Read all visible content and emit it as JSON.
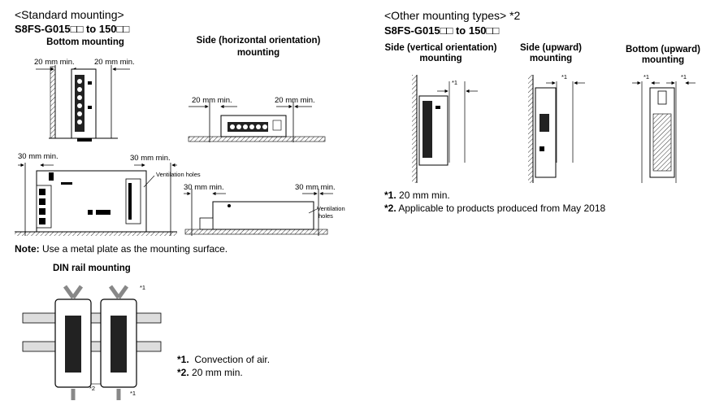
{
  "standard": {
    "heading": "<Standard mounting>",
    "model": "S8FS-G015□□ to 150□□",
    "bottom_label": "Bottom mounting",
    "side_label_1": "Side (horizontal orientation)",
    "side_label_2": "mounting",
    "dim_bottom_left": "20 mm min.",
    "dim_bottom_right": "20 mm min.",
    "dim_side_left": "20 mm min.",
    "dim_side_right": "20 mm min.",
    "dim_front_left": "30 mm min.",
    "dim_front_right": "30 mm min.",
    "vent_holes": "Ventilation holes",
    "dim_side2_left": "30 mm min.",
    "dim_side2_right": "30 mm min.",
    "vent_side_1": "Ventilation",
    "vent_side_2": "holes",
    "note_bold": "Note:",
    "note_text": " Use a metal plate as the mounting surface."
  },
  "din": {
    "title": "DIN rail mounting",
    "star1_top": "*1",
    "star2": "*2",
    "star1_bottom": "*1",
    "fn1_mark": "*1.",
    "fn1_text": "Convection of air.",
    "fn2_mark": "*2.",
    "fn2_text": "20 mm min."
  },
  "other": {
    "heading": "<Other mounting types> *2",
    "model": "S8FS-G015□□ to 150□□",
    "side_vert_1": "Side (vertical orientation)",
    "side_vert_2": "mounting",
    "side_up_1": "Side (upward)",
    "side_up_2": "mounting",
    "bottom_up_1": "Bottom (upward)",
    "bottom_up_2": "mounting",
    "star_a": "*1",
    "star_b": "*1",
    "star_c": "*1",
    "star_d": "*1",
    "fn1_mark": "*1.",
    "fn1_text": " 20 mm min.",
    "fn2_mark": "*2.",
    "fn2_text": " Applicable to products produced from May 2018"
  }
}
